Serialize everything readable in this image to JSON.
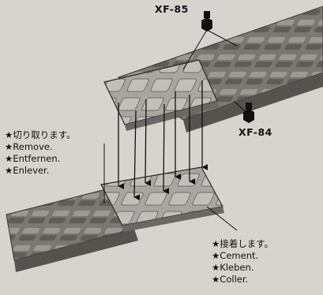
{
  "paints": {
    "top": "XF-85",
    "right": "XF-84"
  },
  "instructions": {
    "remove": [
      "★切り取ります。",
      "★Remove.",
      "★Entfernen.",
      "★Enlever."
    ],
    "cement": [
      "★接着します。",
      "★Cement.",
      "★Kleben.",
      "★Coller."
    ]
  },
  "colors": {
    "background": "#d7d4ce",
    "track": "#6f6d69",
    "track_light": "#8f8c87",
    "part": "#b9b6b0",
    "line": "#1a1a1a"
  },
  "icons": [
    "paint-bottle-icon",
    "arrow-icon",
    "star-icon"
  ]
}
